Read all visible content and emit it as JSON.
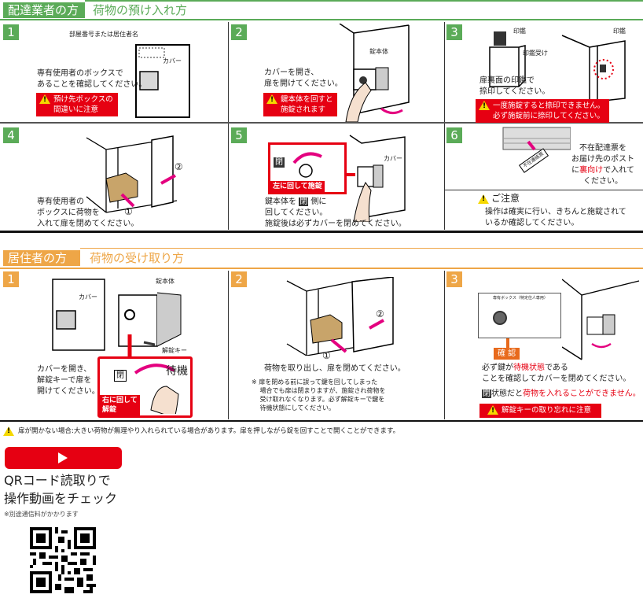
{
  "delivery": {
    "tag": "配達業者の方",
    "title": "荷物の預け入れ方",
    "color": "#5bab58",
    "steps": [
      {
        "num": "1",
        "label_room": "部屋番号または居住者名",
        "label_cover": "カバー",
        "text": "専有使用者のボックスで\nあることを確認してください。",
        "warning": "預け先ボックスの\n間違いに注意"
      },
      {
        "num": "2",
        "label_lock": "錠本体",
        "text": "カバーを開き、\n扉を開けてください。",
        "warning": "鍵本体を回すと\n施錠されます"
      },
      {
        "num": "3",
        "label_seal": "印鑑",
        "label_holder": "印鑑受け",
        "label_seal2": "印鑑",
        "text": "扉裏面の印鑑で\n捺印してください。",
        "warning": "一度施錠すると捺印できません。\n必ず施錠前に捺印してください。"
      },
      {
        "num": "4",
        "text": "専有使用者の\nボックスに荷物を\n入れて扉を閉めてください。",
        "mark1": "①",
        "mark2": "②"
      },
      {
        "num": "5",
        "panel_closed": "閉",
        "panel_caption": "左に回して施錠",
        "label_cover": "カバー",
        "text_a": "鍵本体を",
        "text_closed": "閉",
        "text_b": "側に\n回してください。\n施錠後は必ずカバーを閉めてください。"
      },
      {
        "num": "6",
        "slip": "不在連絡票",
        "text_a": "不在配達票を\nお届け先のポスト\nに",
        "text_red": "裏向け",
        "text_b": "で入れて\nください。",
        "caution_title": "ご注意",
        "caution_text": "操作は確実に行い、きちんと施錠されて\nいるか確認してください。"
      }
    ]
  },
  "resident": {
    "tag": "居住者の方",
    "title": "荷物の受け取り方",
    "color": "#eea647",
    "steps": [
      {
        "num": "1",
        "label_cover": "カバー",
        "label_lock": "錠本体",
        "label_key": "解錠キー",
        "panel_closed": "閉",
        "panel_standby": "待機",
        "panel_caption": "右に回して\n解錠",
        "text": "カバーを開き、\n解錠キーで扉を\n開けてください。"
      },
      {
        "num": "2",
        "mark1": "①",
        "mark2": "②",
        "text": "荷物を取り出し、扉を閉めてください。",
        "note": "※ 扉を閉める前に誤って鍵を回してしまった\n　 場合でも扉は閉まりますが、施錠され荷物を\n　 受け取れなくなります。必ず解錠キーで鍵を\n　 待機状態にしてください。"
      },
      {
        "num": "3",
        "plate_title": "専有ボックス（特定住人専用）",
        "confirm": "確 認",
        "text_a": "必ず鍵が",
        "text_red": "待機状態",
        "text_b": "である\nことを確認してカバーを閉めてください。",
        "closed": "閉",
        "text_c": "状態だと",
        "text_red2": "荷物を入れることができません。",
        "warning": "解錠キーの取り忘れに注意"
      }
    ]
  },
  "footer": {
    "warning": "扉が開かない場合:大きい荷物が無理やり入れられている場合があります。扉を押しながら錠を回すことで開くことができます。",
    "play_icon": "play-icon",
    "qr_line1": "QRコード読取りで",
    "qr_line2": "操作動画をチェック",
    "qr_note": "※別途通信料がかかります"
  }
}
